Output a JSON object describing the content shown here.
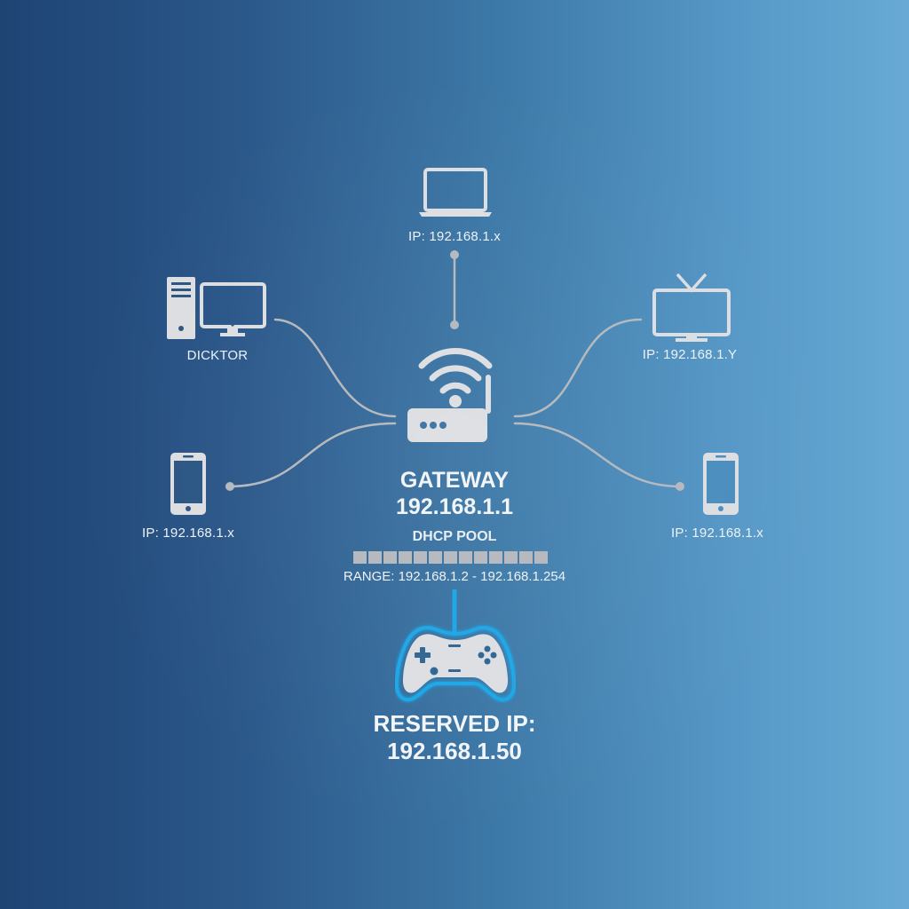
{
  "diagram": {
    "type": "network-topology",
    "background": {
      "gradient_left": "#1e4474",
      "gradient_right": "#68aad5"
    },
    "colors": {
      "icon": "#dcdee2",
      "line": "#b4b8bd",
      "highlight": "#1aa6e6"
    },
    "gateway": {
      "icon": "wifi-router-icon",
      "title": "GATEWAY",
      "ip": "192.168.1.1"
    },
    "dhcp_pool": {
      "title": "DHCP POOL",
      "cells": 13,
      "range": "RANGE: 192.168.1.2 - 192.168.1.254"
    },
    "devices": [
      {
        "id": "laptop",
        "icon": "laptop-icon",
        "label": "IP: 192.168.1.x",
        "position": "top"
      },
      {
        "id": "desktop",
        "icon": "desktop-computer-icon",
        "label": "DICKTOR",
        "position": "top-left"
      },
      {
        "id": "tv",
        "icon": "tv-icon",
        "label": "IP: 192.168.1.Y",
        "position": "top-right"
      },
      {
        "id": "phone-left",
        "icon": "smartphone-icon",
        "label": "IP: 192.168.1.x",
        "position": "bottom-left"
      },
      {
        "id": "phone-right",
        "icon": "smartphone-icon",
        "label": "IP: 192.168.1.x",
        "position": "bottom-right"
      }
    ],
    "reserved": {
      "icon": "game-controller-icon",
      "title": "RESERVED IP:",
      "ip": "192.168.1.50"
    }
  }
}
